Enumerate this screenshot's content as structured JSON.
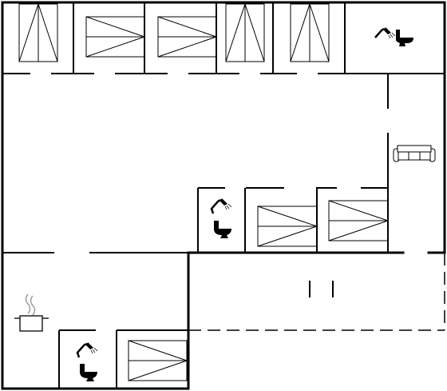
{
  "floorplan": {
    "colors": {
      "wall": "#000000",
      "background": "#ffffff",
      "fixture": "#000000"
    },
    "bedrooms": [
      {
        "id": "bed-1",
        "orientation": "vertical"
      },
      {
        "id": "bed-2",
        "orientation": "horizontal"
      },
      {
        "id": "bed-3",
        "orientation": "horizontal"
      },
      {
        "id": "bed-4",
        "orientation": "vertical"
      },
      {
        "id": "bed-5",
        "orientation": "vertical"
      },
      {
        "id": "bed-6",
        "orientation": "horizontal"
      },
      {
        "id": "bed-7",
        "orientation": "horizontal"
      },
      {
        "id": "bed-8",
        "orientation": "horizontal"
      }
    ],
    "bathrooms": [
      {
        "id": "bath-top-right",
        "fixtures": [
          "shower-icon",
          "toilet-icon"
        ]
      },
      {
        "id": "bath-center",
        "fixtures": [
          "shower-icon",
          "toilet-icon"
        ]
      },
      {
        "id": "bath-bottom-left",
        "fixtures": [
          "shower-icon",
          "toilet-icon"
        ]
      }
    ],
    "living": {
      "fixture": "sofa-icon"
    },
    "kitchen": {
      "fixture": "cooking-pot-icon"
    },
    "terrace": {
      "style": "dashed-outline"
    }
  }
}
